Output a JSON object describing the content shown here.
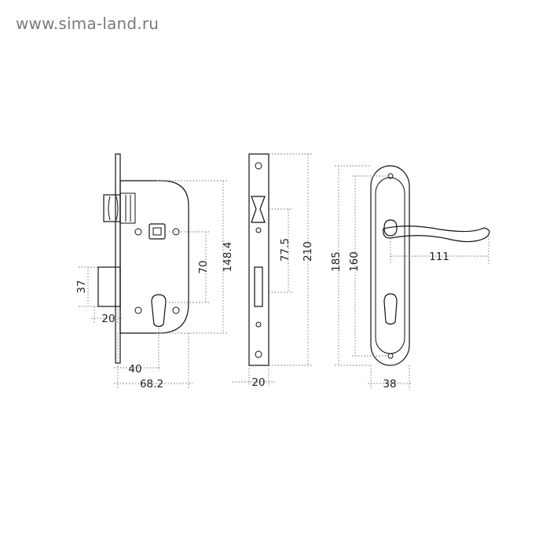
{
  "watermark": "www.sima-land.ru",
  "dimensions": {
    "body_depth": "148.4",
    "center_distance": "70",
    "latch_width": "37",
    "latch_projection": "20",
    "backset": "40",
    "body_width": "68.2",
    "faceplate_center": "77.5",
    "faceplate_height": "210",
    "faceplate_width": "20",
    "handle_plate_height": "185",
    "handle_hole_distance": "160",
    "handle_length": "111",
    "handle_plate_width": "38"
  },
  "colors": {
    "line": "#111111",
    "dimension": "#777777",
    "watermark": "#7a7a7a"
  }
}
